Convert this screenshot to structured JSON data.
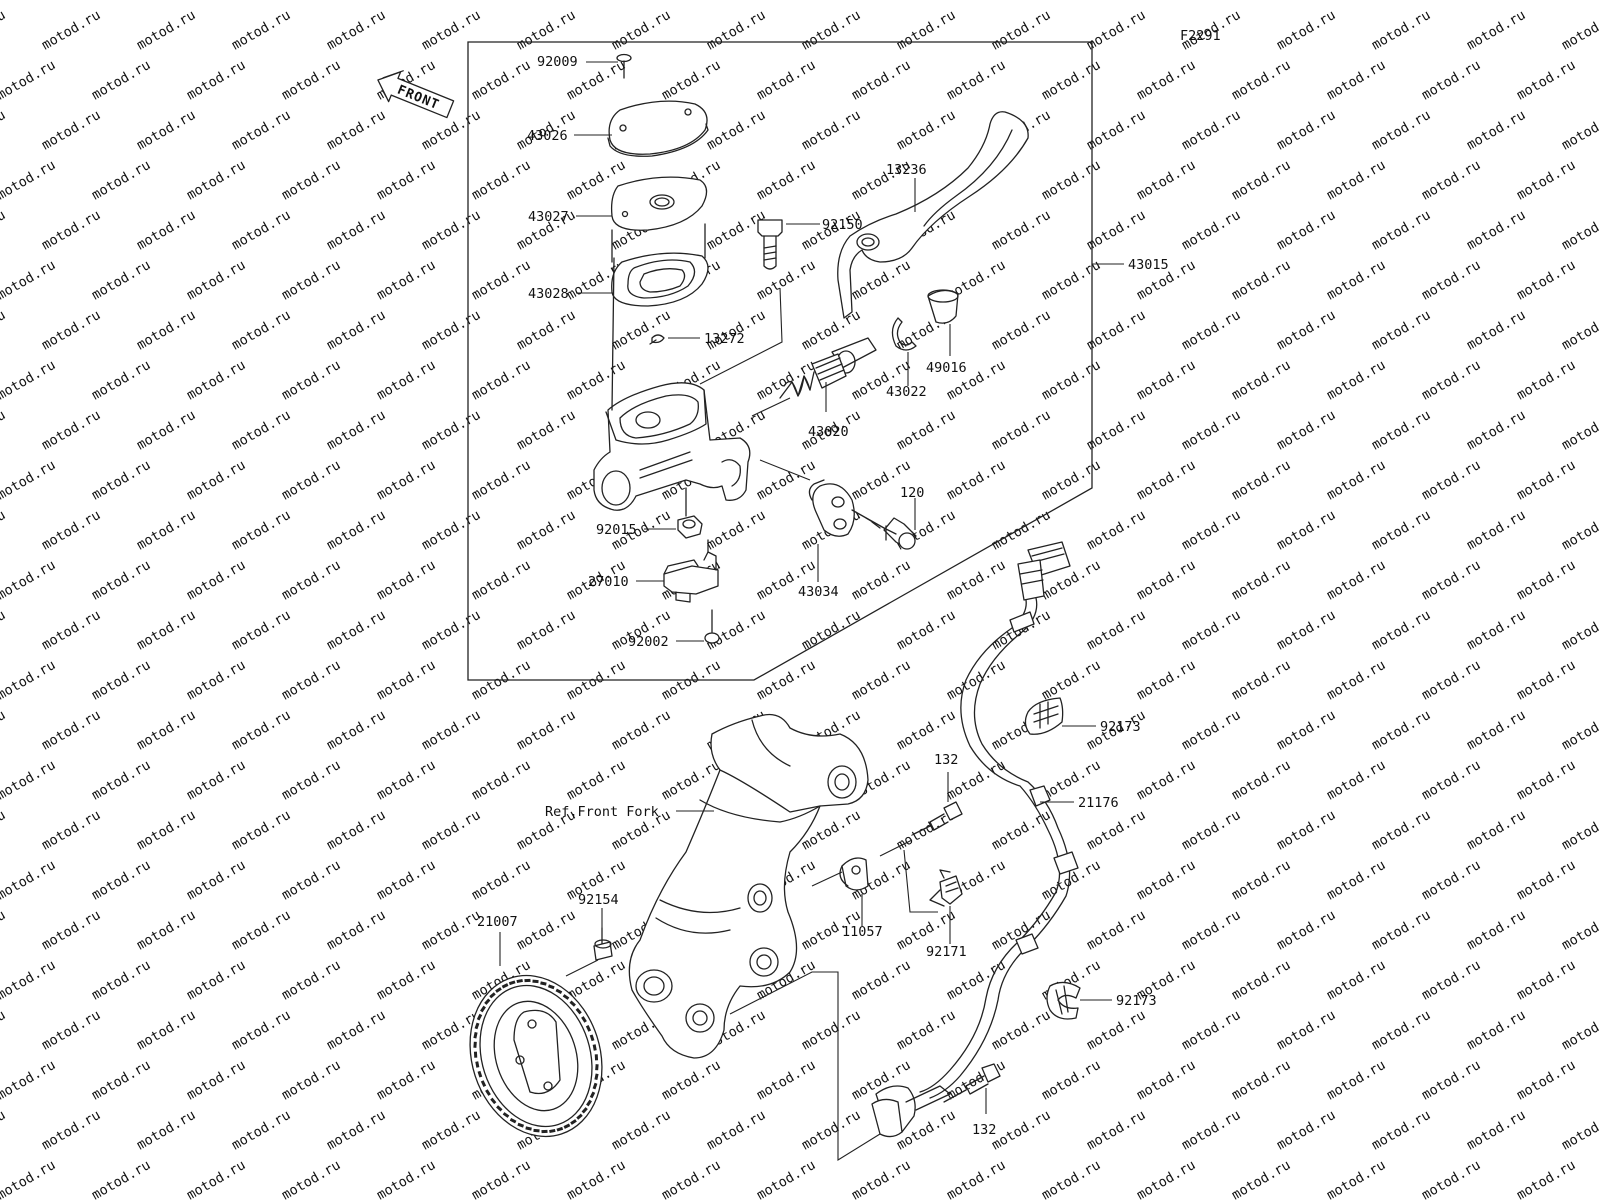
{
  "figure_code": "F2291",
  "front_arrow_label": "FRONT",
  "watermark": "motod.ru",
  "reference_label": "Ref.Front Fork",
  "assembly_label": "43015",
  "callouts": {
    "p92009": "92009",
    "p43026": "43026",
    "p43027": "43027",
    "p43028": "43028",
    "p13272": "13272",
    "p92150": "92150",
    "p13236": "13236",
    "p49016": "49016",
    "p43022": "43022",
    "p43020": "43020",
    "p120": "120",
    "p92015": "92015",
    "p27010": "27010",
    "p43034": "43034",
    "p92002": "92002",
    "p92173a": "92173",
    "p132a": "132",
    "p21176": "21176",
    "p11057": "11057",
    "p92171": "92171",
    "p92154": "92154",
    "p21007": "21007",
    "p92173b": "92173",
    "p132b": "132"
  }
}
